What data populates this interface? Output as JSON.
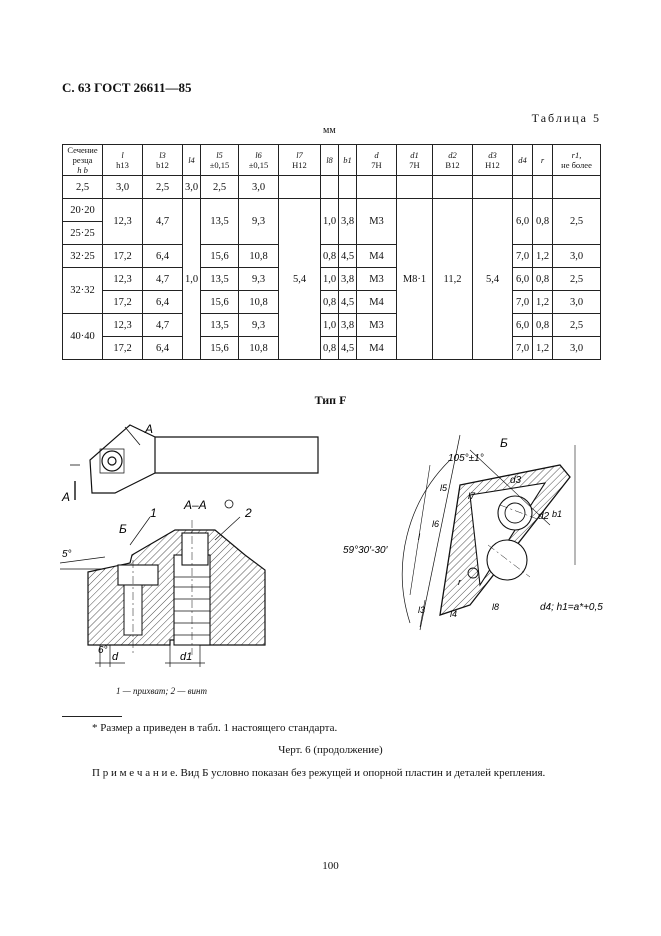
{
  "header": "С. 63 ГОСТ 26611—85",
  "table_caption": "Таблица 5",
  "unit": "мм",
  "columns": [
    {
      "n": "Сечение резца",
      "s": "h b"
    },
    {
      "n": "l",
      "s": "h13"
    },
    {
      "n": "l3",
      "s": "b12"
    },
    {
      "n": "l4",
      "s": ""
    },
    {
      "n": "l5",
      "s": "±0,15"
    },
    {
      "n": "l6",
      "s": "±0,15"
    },
    {
      "n": "l7",
      "s": "H12"
    },
    {
      "n": "l8",
      "s": ""
    },
    {
      "n": "b1",
      "s": ""
    },
    {
      "n": "d",
      "s": "7H"
    },
    {
      "n": "d1",
      "s": "7H"
    },
    {
      "n": "d2",
      "s": "B12"
    },
    {
      "n": "d3",
      "s": "H12"
    },
    {
      "n": "d4",
      "s": ""
    },
    {
      "n": "r",
      "s": ""
    },
    {
      "n": "r1,",
      "s": "не более"
    }
  ],
  "rows": {
    "r1": [
      "2,5",
      "3,0",
      "2,5",
      "3,0",
      "2,5",
      "3,0"
    ],
    "sections": [
      "20·20",
      "25·25",
      "32·25",
      "32·32",
      "40·40"
    ],
    "l": [
      "12,3",
      "17,2",
      "12,3",
      "17,2",
      "12,3",
      "17,2"
    ],
    "l3": [
      "4,7",
      "6,4",
      "4,7",
      "6,4",
      "4,7",
      "6,4"
    ],
    "l4": "1,0",
    "l5": [
      "13,5",
      "15,6",
      "13,5",
      "15,6",
      "13,5",
      "15,6"
    ],
    "l6": [
      "9,3",
      "10,8",
      "9,3",
      "10,8",
      "9,3",
      "10,8"
    ],
    "l7": "5,4",
    "l8": [
      "1,0",
      "0,8",
      "1,0",
      "0,8",
      "1,0",
      "0,8"
    ],
    "b1": [
      "3,8",
      "4,5",
      "3,8",
      "4,5",
      "3,8",
      "4,5"
    ],
    "d": [
      "M3",
      "M4",
      "M3",
      "M4",
      "M3",
      "M4"
    ],
    "d1": "M8·1",
    "d2": "11,2",
    "d3": "5,4",
    "d4": [
      "6,0",
      "7,0",
      "6,0",
      "7,0",
      "6,0",
      "7,0"
    ],
    "r": [
      "0,8",
      "1,2",
      "0,8",
      "1,2",
      "0,8",
      "1,2"
    ]
  },
  "type_title": "Тип F",
  "drawing_labels": {
    "A": "А",
    "B": "Б",
    "section": "А–А",
    "n1": "1",
    "n2": "2",
    "ang5": "5°",
    "ang6": "6°",
    "d": "d",
    "d1": "d1",
    "ang105": "105°±1°",
    "ang59": "59°30′-30′",
    "l5": "l5",
    "l7": "l7",
    "l": "l",
    "l6": "l6",
    "l3": "l3",
    "l4": "l4",
    "l8": "l8",
    "d3": "d3",
    "d2": "d2",
    "r": "r",
    "d4note": "d4; h1=a*+0,5"
  },
  "legend": "1 — прихват; 2 — винт",
  "footnote": "* Размер a приведен в табл. 1 настоящего стандарта.",
  "caption": "Черт. 6 (продолжение)",
  "note": "П р и м е ч а н и е. Вид Б условно показан без режущей и опорной пластин и деталей крепления.",
  "page_number": "100"
}
